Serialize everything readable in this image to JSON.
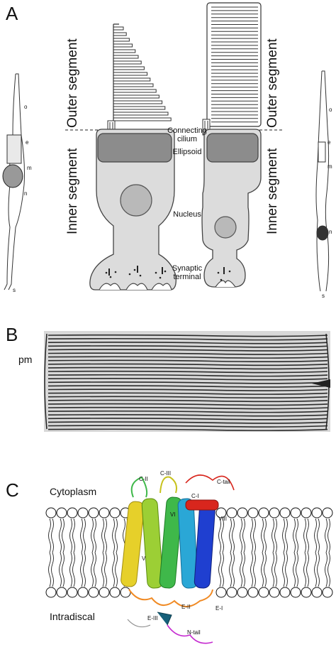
{
  "panels": {
    "a": {
      "letter": "A"
    },
    "b": {
      "letter": "B"
    },
    "c": {
      "letter": "C"
    }
  },
  "panel_a": {
    "outer_segment_left": "Outer segment",
    "inner_segment_left": "Inner segment",
    "outer_segment_right": "Outer segment",
    "inner_segment_right": "Inner segment",
    "connecting_cilium": "Connecting cilium",
    "ellipsoid": "Ellipsoid",
    "nucleus": "Nucleus",
    "synaptic_terminal": "Synaptic terminal",
    "sketch_left_marks": [
      "o",
      "e",
      "m",
      "n",
      "s"
    ],
    "sketch_right_marks": [
      "o",
      "e",
      "m",
      "n",
      "s"
    ]
  },
  "panel_b": {
    "pm_label": "pm"
  },
  "panel_c": {
    "cytoplasm": "Cytoplasm",
    "intradiscal": "Intradiscal",
    "loop_labels": [
      "C-II",
      "C-III",
      "C-tail",
      "C-I",
      "VIII",
      "VI",
      "V",
      "E-II",
      "E-III",
      "E-I",
      "N-tail"
    ],
    "colors": {
      "membrane": "#111111",
      "helix_blue": "#1f3fd0",
      "helix_cyan": "#2aa7d6",
      "helix_green": "#3fb84a",
      "helix_yellow": "#e6d02a",
      "helix_orange": "#f08a24",
      "helix_red": "#d8261d",
      "tail_magenta": "#c52ad0"
    }
  }
}
